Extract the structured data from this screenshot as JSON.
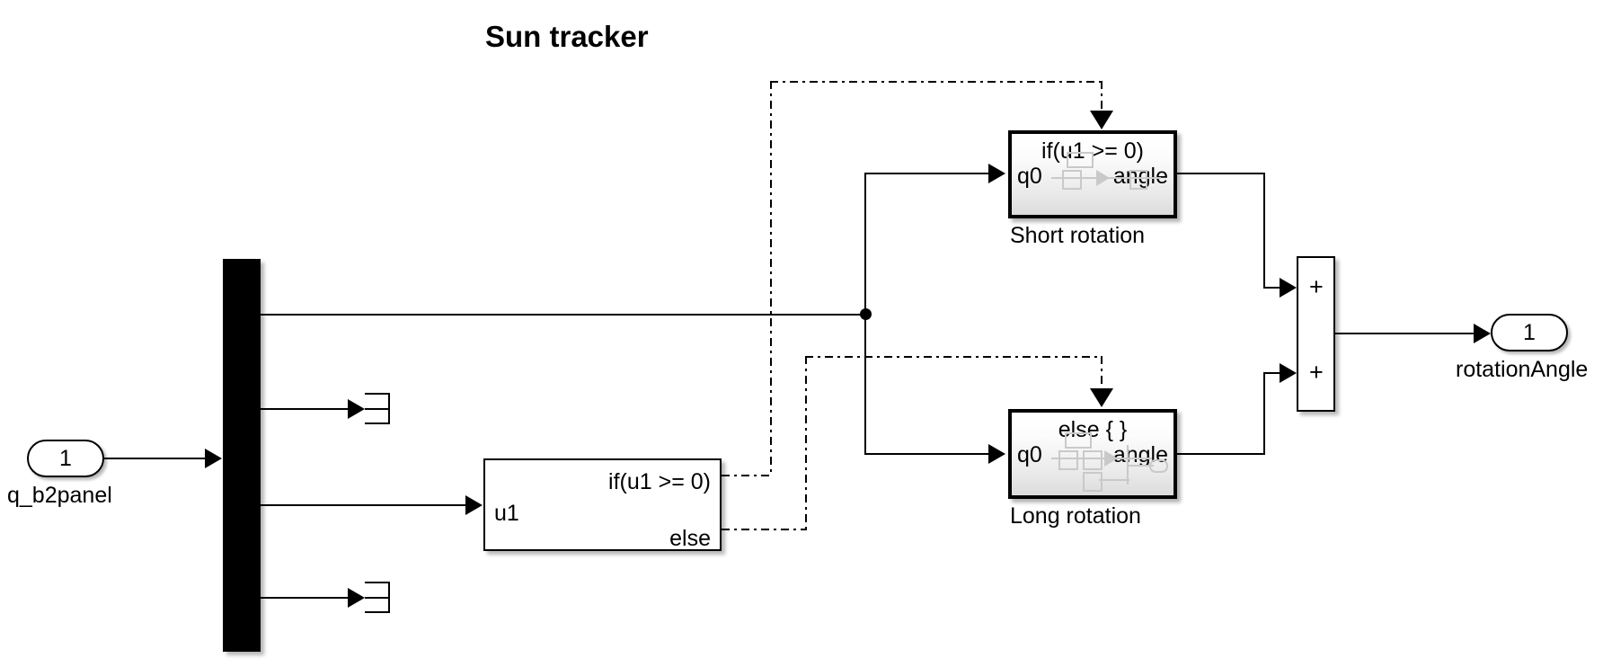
{
  "diagram": {
    "title": "Sun tracker",
    "type": "simulink-block-diagram"
  },
  "inport": {
    "number": "1",
    "label": "q_b2panel",
    "icon": "inport-oval-icon"
  },
  "outport": {
    "number": "1",
    "label": "rotationAngle",
    "icon": "outport-oval-icon"
  },
  "bus_selector": {
    "name": "bus-selector",
    "output_count": "4"
  },
  "if_block": {
    "input_label": "u1",
    "output_if": "if(u1 >= 0)",
    "output_else": "else"
  },
  "subsystems": [
    {
      "condition": "if(u1 >= 0)",
      "input_port": "q0",
      "output_port": "angle",
      "caption": "Short rotation"
    },
    {
      "condition": "else { }",
      "input_port": "q0",
      "output_port": "angle",
      "caption": "Long rotation"
    }
  ],
  "sum_block": {
    "sign_top": "+",
    "sign_bottom": "+"
  },
  "terminators": [
    {
      "name": "terminator-upper"
    },
    {
      "name": "terminator-lower"
    }
  ],
  "colors": {
    "line": "#000000",
    "background": "#ffffff",
    "block_fill_top": "#ffffff",
    "block_fill_bottom": "#dcdcdc",
    "ghost": "#c9c9c9"
  }
}
